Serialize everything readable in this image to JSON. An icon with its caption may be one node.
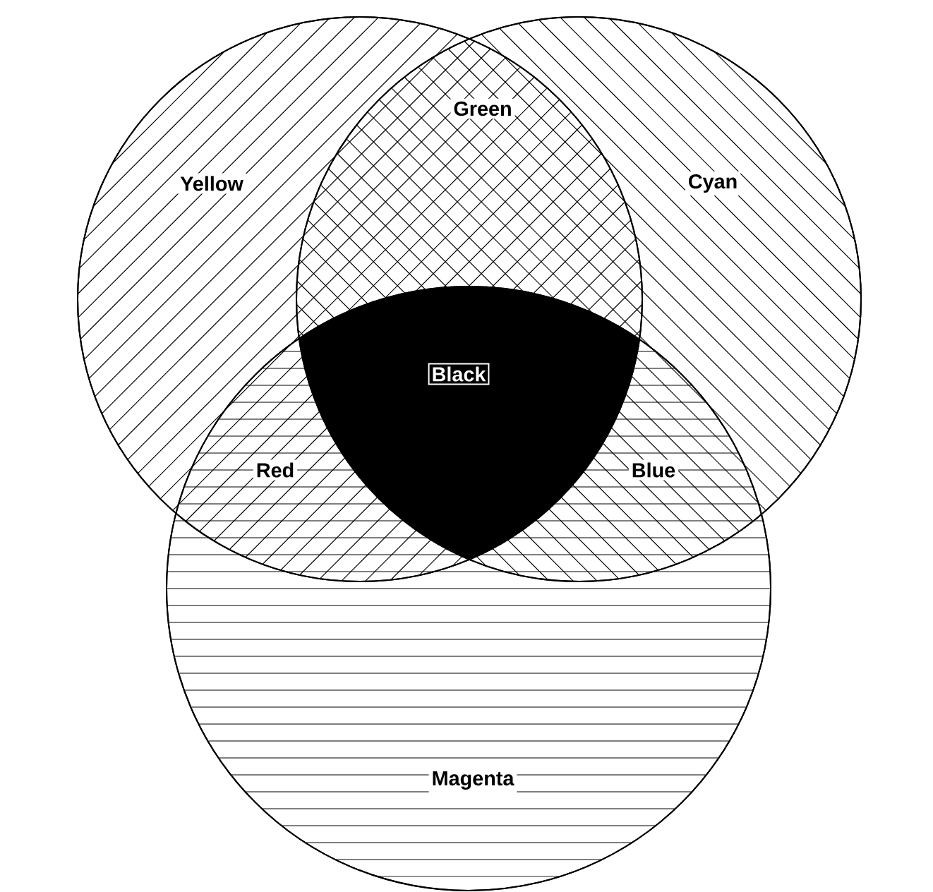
{
  "diagram": {
    "nodes": [
      {
        "text": [
          "Yellow"
        ]
      },
      {
        "text": [
          "Cyan"
        ]
      },
      {
        "text": [
          "Magenta"
        ]
      }
    ],
    "labels": [
      "Green",
      "Black",
      "Red",
      "Blue"
    ]
  }
}
